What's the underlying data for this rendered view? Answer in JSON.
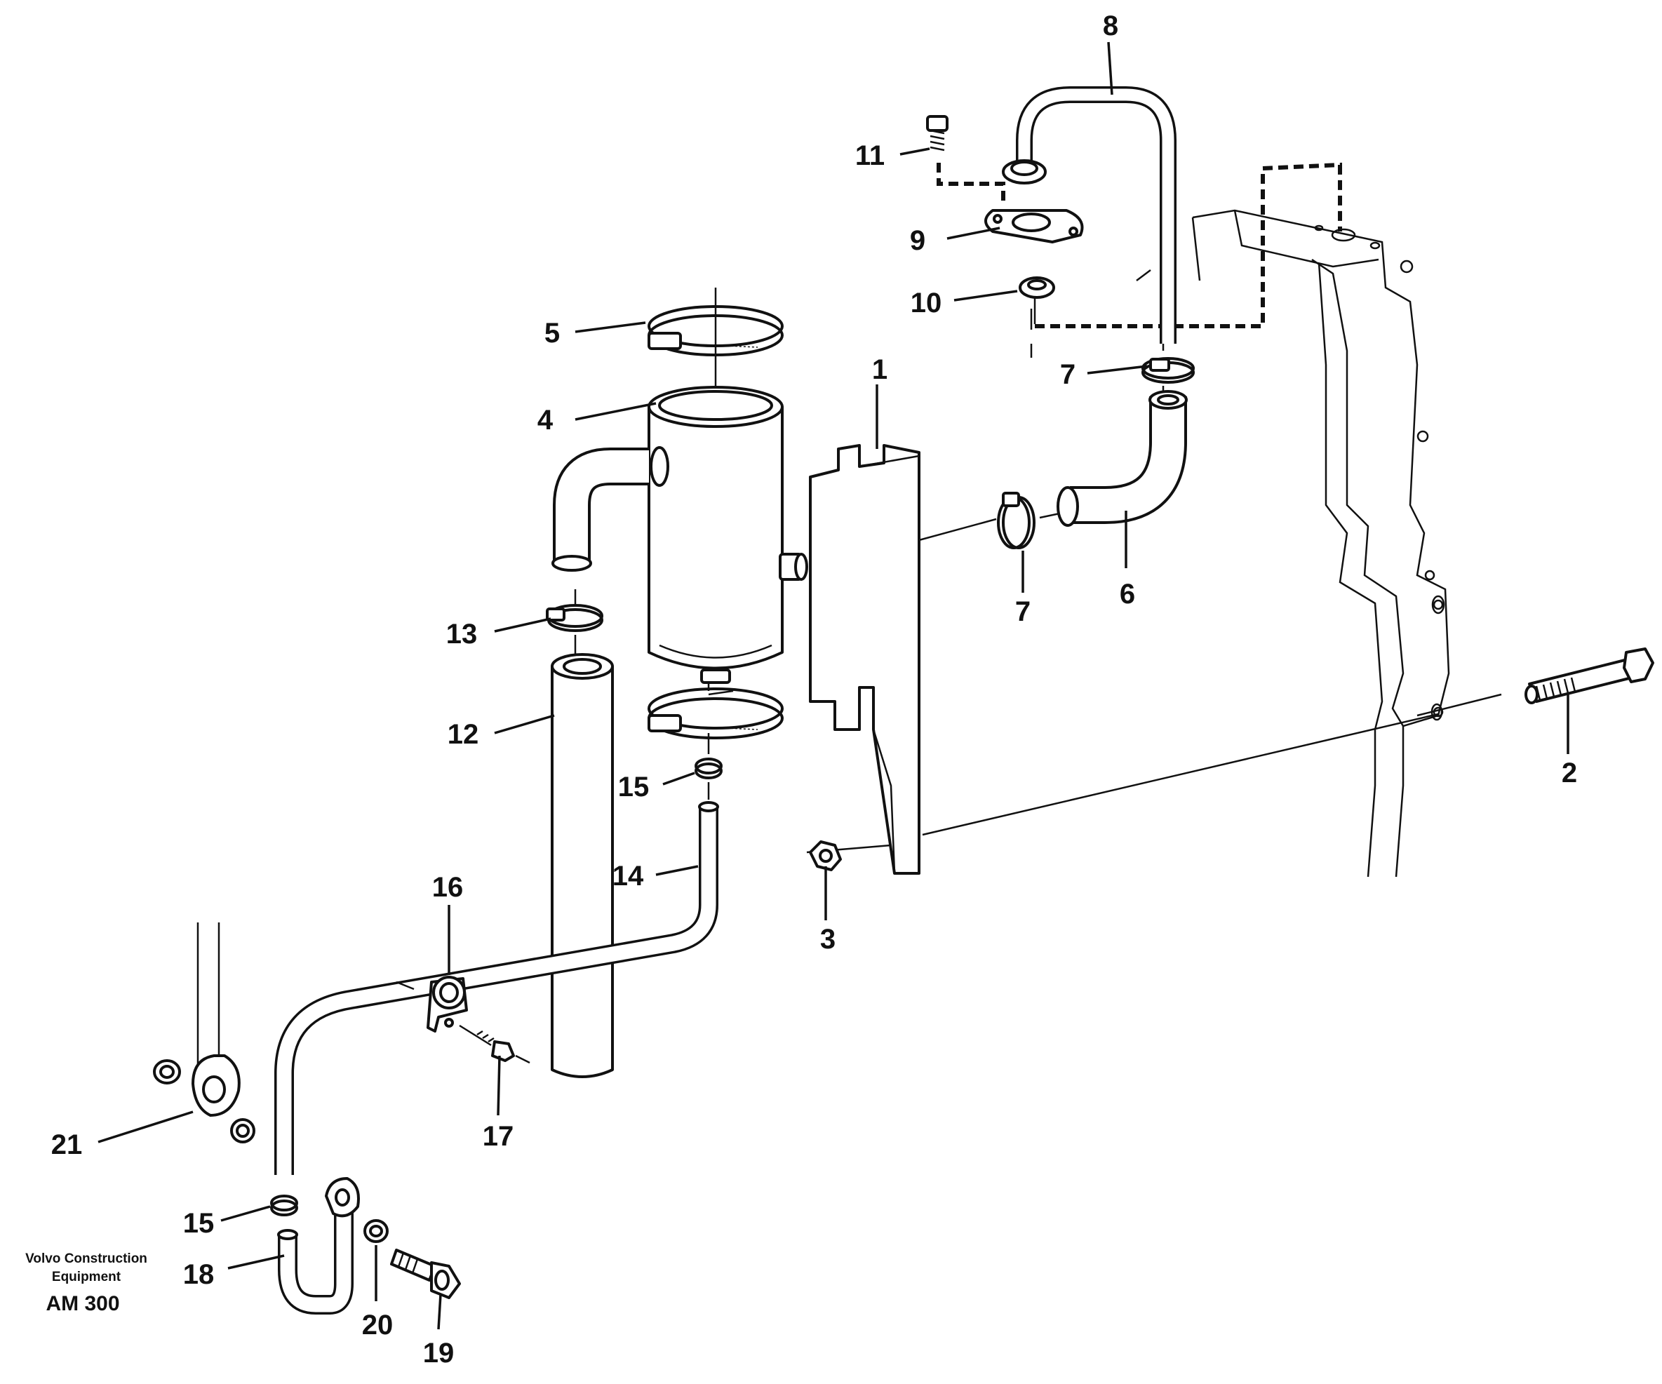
{
  "callouts": [
    {
      "id": "label-1",
      "text": "1"
    },
    {
      "id": "label-2",
      "text": "2"
    },
    {
      "id": "label-3",
      "text": "3"
    },
    {
      "id": "label-4",
      "text": "4"
    },
    {
      "id": "label-5",
      "text": "5"
    },
    {
      "id": "label-6",
      "text": "6"
    },
    {
      "id": "label-7a",
      "text": "7"
    },
    {
      "id": "label-7b",
      "text": "7"
    },
    {
      "id": "label-8",
      "text": "8"
    },
    {
      "id": "label-9",
      "text": "9"
    },
    {
      "id": "label-10",
      "text": "10"
    },
    {
      "id": "label-11",
      "text": "11"
    },
    {
      "id": "label-12",
      "text": "12"
    },
    {
      "id": "label-13",
      "text": "13"
    },
    {
      "id": "label-14",
      "text": "14"
    },
    {
      "id": "label-15a",
      "text": "15"
    },
    {
      "id": "label-15b",
      "text": "15"
    },
    {
      "id": "label-16",
      "text": "16"
    },
    {
      "id": "label-17",
      "text": "17"
    },
    {
      "id": "label-18",
      "text": "18"
    },
    {
      "id": "label-19",
      "text": "19"
    },
    {
      "id": "label-20",
      "text": "20"
    },
    {
      "id": "label-21",
      "text": "21"
    }
  ],
  "brand": {
    "line1": "Volvo Construction",
    "line2": "Equipment",
    "code": "AM 300"
  }
}
